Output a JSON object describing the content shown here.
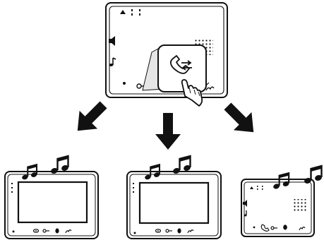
{
  "diagram": {
    "type": "line-art-illustration",
    "ink_color": "#111111",
    "paper_color": "#ffffff",
    "top_device": {
      "kind": "intercom-monitor-rear-view",
      "left_icons": [
        "speaker-icon",
        "music-note-icon"
      ],
      "bottom_icons": [
        "dot-icon",
        "key-icon",
        "intercom-transfer-icon",
        "hand-pointer-icon",
        "chime-icon"
      ],
      "zoom_callout_icon": "intercom-transfer-icon"
    },
    "arrows": [
      "arrow-down-left",
      "arrow-down",
      "arrow-down-right"
    ],
    "result_devices": [
      {
        "kind": "intercom-monitor-front",
        "icons": [
          "dot-icon",
          "eye-icon",
          "key-icon",
          "mic-icon",
          "chime-icon"
        ],
        "has_music_notes": true
      },
      {
        "kind": "intercom-monitor-front",
        "icons": [
          "dot-icon",
          "eye-icon",
          "key-icon",
          "mic-icon",
          "chime-icon"
        ],
        "has_music_notes": true
      },
      {
        "kind": "intercom-monitor-rear",
        "icons": [
          "dot-icon",
          "transfer-icon",
          "key-icon",
          "mic-icon",
          "chime-icon"
        ],
        "has_music_notes": true
      }
    ]
  }
}
